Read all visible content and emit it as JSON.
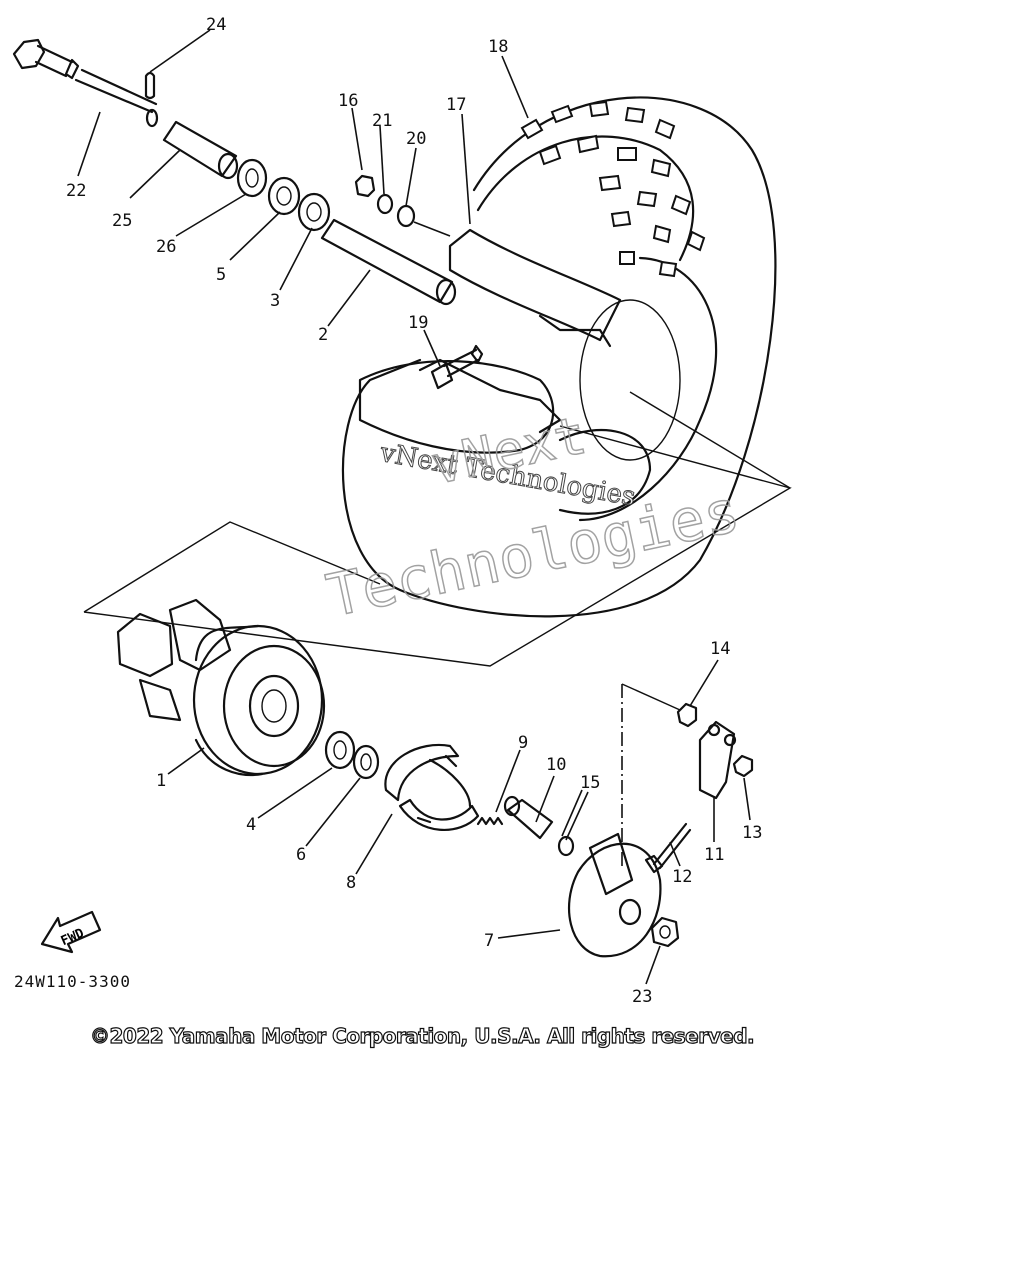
{
  "diagram": {
    "code": "24W110-3300",
    "copyright": "©2022 Yamaha Motor Corporation, U.S.A. All rights reserved.",
    "fwd_label": "FWD",
    "watermark": {
      "line1": "vNext Technologies",
      "line2": "vNext",
      "line3": "Technologies"
    },
    "callouts": {
      "c1": "1",
      "c2": "2",
      "c3": "3",
      "c4": "4",
      "c5": "5",
      "c6": "6",
      "c7": "7",
      "c8": "8",
      "c9": "9",
      "c10": "10",
      "c11": "11",
      "c12": "12",
      "c13": "13",
      "c14": "14",
      "c15": "15",
      "c16": "16",
      "c17": "17",
      "c18": "18",
      "c19": "19",
      "c20": "20",
      "c21": "21",
      "c22": "22",
      "c23": "23",
      "c24": "24",
      "c25": "25",
      "c26": "26"
    }
  }
}
